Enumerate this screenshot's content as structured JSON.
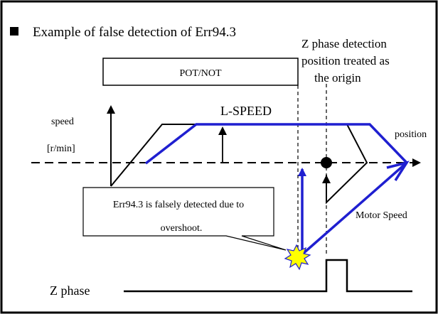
{
  "heading": "Example of false detection of Err94.3",
  "z_phase_note": {
    "line1": "Z phase detection",
    "line2": "position treated as",
    "line3": "the origin"
  },
  "limit_box": "POT/NOT",
  "speed_axis": {
    "label": "speed",
    "unit": "[r/min]"
  },
  "l_speed_label": "L-SPEED",
  "position_label": "position",
  "error_callout": {
    "line1": "Err94.3 is falsely detected due to",
    "line2": "overshoot."
  },
  "motor_speed_label": "Motor Speed",
  "z_phase_label": "Z phase",
  "colors": {
    "blue_trajectory": "#1f1fd0",
    "burst_fill": "#ffff00"
  }
}
